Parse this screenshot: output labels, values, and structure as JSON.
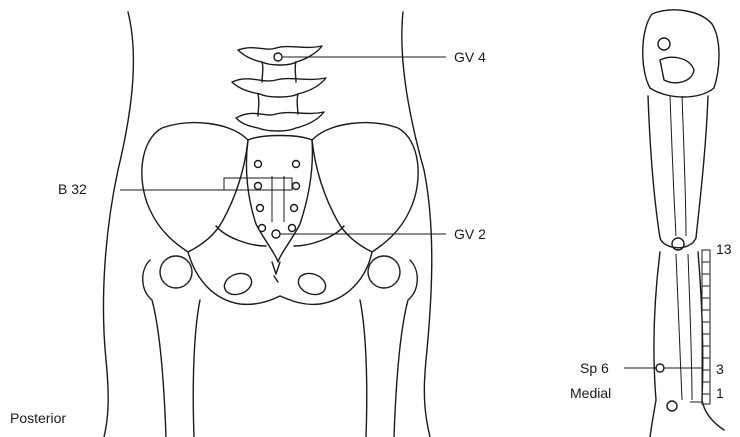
{
  "figure": {
    "labels": {
      "gv4": "GV 4",
      "b32": "B 32",
      "gv2": "GV 2",
      "posterior": "Posterior",
      "scale_top": "13",
      "sp6": "Sp 6",
      "scale_mid": "3",
      "medial": "Medial",
      "scale_bottom": "1"
    }
  },
  "colors": {
    "ink": "#1a1a1a",
    "background": "#ffffff"
  },
  "scale": {
    "max_units": 13,
    "marked_units": 3,
    "min_units": 1
  }
}
